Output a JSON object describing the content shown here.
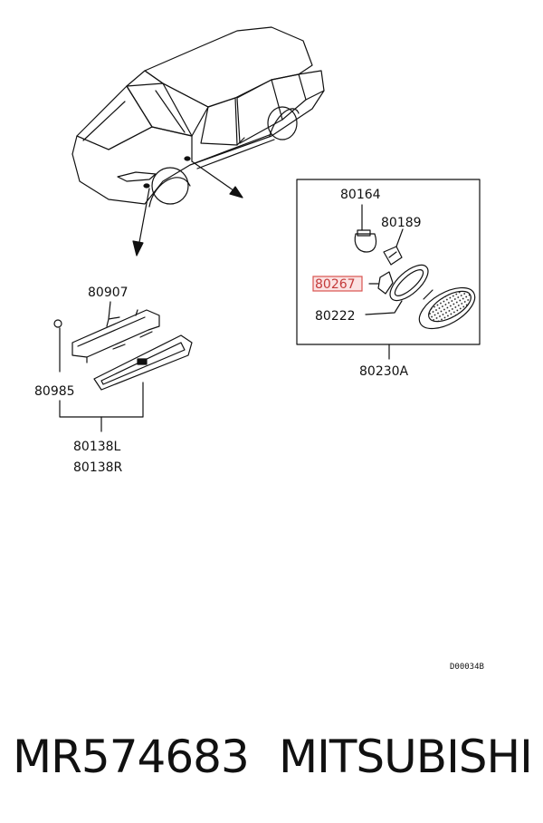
{
  "diagram": {
    "labels": {
      "p80164": "80164",
      "p80189": "80189",
      "p80267": "80267",
      "p80222": "80222",
      "p80230A": "80230A",
      "p80907": "80907",
      "p80985": "80985",
      "p80138L": "80138L",
      "p80138R": "80138R"
    },
    "drawing_code": "D00034B",
    "highlight_color": "#d9534f"
  },
  "footer": {
    "part_number": "MR574683",
    "brand": "MITSUBISHI"
  }
}
